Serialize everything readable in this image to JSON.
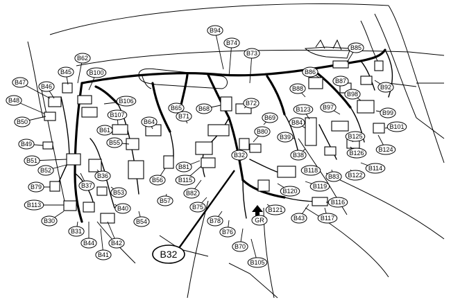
{
  "diagram": {
    "callout": "B32",
    "arrow_label": "GR",
    "labels": {
      "B94": "B94",
      "B85": "B85",
      "B74": "B74",
      "B73": "B73",
      "B62": "B62",
      "B45": "B45",
      "B100": "B100",
      "B86": "B86",
      "B47": "B47",
      "B46": "B46",
      "B87": "B87",
      "B92": "B92",
      "B88": "B88",
      "B98": "B98",
      "B48": "B48",
      "B106": "B106",
      "B65": "B65",
      "B71": "B71",
      "B68": "B68",
      "B72": "B72",
      "B123": "B123",
      "B97": "B97",
      "B99": "B99",
      "B50": "B50",
      "B107": "B107",
      "B64": "B64",
      "B69": "B69",
      "B84": "B84",
      "B61": "B61",
      "B80": "B80",
      "B101": "B101",
      "B125": "B125",
      "B55": "B55",
      "B39": "B39",
      "B49": "B49",
      "B124": "B124",
      "B32": "B32",
      "B38": "B38",
      "B126": "B126",
      "B51": "B51",
      "B81": "B81",
      "B36": "B36",
      "B52": "B52",
      "B118": "B118",
      "B114": "B114",
      "B115": "B115",
      "B56": "B56",
      "B83": "B83",
      "B122": "B122",
      "B79": "B79",
      "B37": "B37",
      "B119": "B119",
      "B53": "B53",
      "B82": "B82",
      "B120": "B120",
      "B57": "B57",
      "B40": "B40",
      "B113": "B113",
      "B75": "B75",
      "B116": "B116",
      "B121": "B121",
      "B54": "B54",
      "B30": "B30",
      "B78": "B78",
      "B43": "B43",
      "B117": "B117",
      "B31": "B31",
      "B76": "B76",
      "B44": "B44",
      "B42": "B42",
      "B70": "B70",
      "B41": "B41",
      "B105": "B105"
    }
  }
}
